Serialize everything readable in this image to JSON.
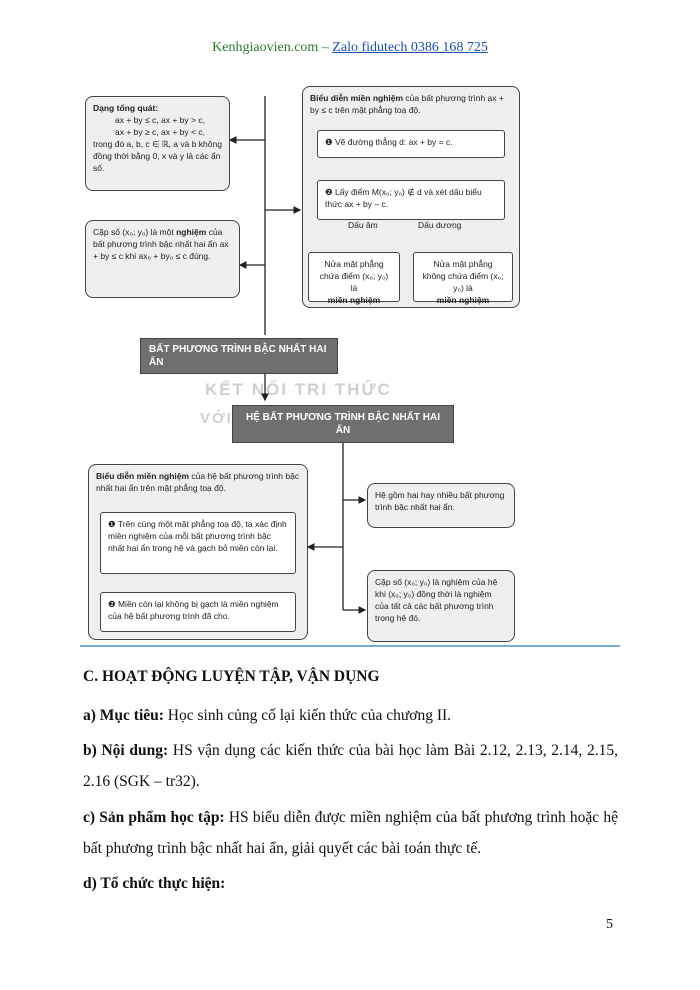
{
  "header": {
    "site": "Kenhgiaovien.com",
    "separator": " – ",
    "contact": "Zalo fidutech 0386 168 725"
  },
  "diagram": {
    "general_form": {
      "title": "Dạng tổng quát:",
      "line1": "ax + by ≤ c, ax + by > c,",
      "line2": "ax + by ≥ c, ax + by < c,",
      "rest": "trong đó a, b, c ∈ ℝ, a và b không đồng thời bằng 0, x và y là các ẩn số."
    },
    "solution_def": {
      "pre": "Cặp số (x₀; y₀) là một ",
      "bold": "nghiệm",
      "post": " của bất phương trình bậc nhất hai ẩn ax + by ≤ c khi ax₀ + by₀ ≤ c đúng."
    },
    "region_intro": {
      "bold": "Biểu diễn miền nghiệm",
      "rest": " của bất phương trình ax + by ≤ c trên mặt phẳng toạ độ."
    },
    "step1": "❶ Vẽ đường thẳng d: ax + by = c.",
    "step2": "❷ Lấy điểm M(x₀; y₀) ∉ d và xét dấu biểu thức ax + by – c.",
    "neg_sign": "Dấu âm",
    "pos_sign": "Dấu dương",
    "half_plane_contains": {
      "text": "Nửa mặt phẳng chứa điểm (x₀; y₀) là",
      "bold": "miền nghiệm"
    },
    "half_plane_not_contains": {
      "text": "Nửa mặt phẳng không chứa điểm (x₀; y₀) là",
      "bold": "miền nghiệm"
    },
    "main_topic": "BẤT PHƯƠNG TRÌNH BẬC NHẤT HAI ẨN",
    "system_topic": "HỆ BẤT PHƯƠNG TRÌNH BẬC NHẤT HAI ẨN",
    "system_region": {
      "bold": "Biểu diễn miền nghiệm",
      "rest": " của hệ bất phương trình bậc nhất hai ẩn trên mặt phẳng toạ độ."
    },
    "sys_step1": "❶ Trên cùng một mặt phẳng toạ độ, ta xác định miền nghiệm của mỗi bất phương trình bậc nhất hai ẩn trong hệ và gạch bỏ miền còn lại.",
    "sys_step2": "❷ Miền còn lại không bị gạch là miền nghiệm của hệ bất phương trình đã cho.",
    "system_def": "Hệ gồm hai hay nhiều bất phương trình bậc nhất hai ẩn.",
    "system_solution": "Cặp số (x₀; y₀) là nghiệm của hệ khi (x₀; y₀) đồng thời là nghiệm của tất cả các bất phương trình trong hệ đó.",
    "watermark_line1": "KẾT NỐI TRI THỨC",
    "watermark_line2": "VỚI CUỘC SỐNG"
  },
  "section": {
    "title": "C. HOẠT ĐỘNG LUYỆN TẬP, VẬN DỤNG",
    "objective_label": "a) Mục tiêu:",
    "objective_text": " Học sinh củng cố lại kiến thức của chương II.",
    "content_label": "b) Nội dung:",
    "content_text": " HS vận dụng các kiến thức của bài học làm Bài 2.12, 2.13, 2.14, 2.15, 2.16 (SGK – tr32).",
    "product_label": "c) Sản phẩm học tập:",
    "product_text": " HS biểu diễn được miền nghiệm của bất phương trình hoặc hệ bất phương trình bậc nhất hai ẩn, giải quyết các bài toán thực tế.",
    "organization_label": "d) Tổ chức thực hiện:"
  },
  "page_number": "5",
  "colors": {
    "header_green": "#2a7a2a",
    "header_blue": "#1a4fb0",
    "box_gray": "#efefef",
    "topic_dark": "#6f6f6f",
    "rule_blue": "#4a90c8"
  }
}
